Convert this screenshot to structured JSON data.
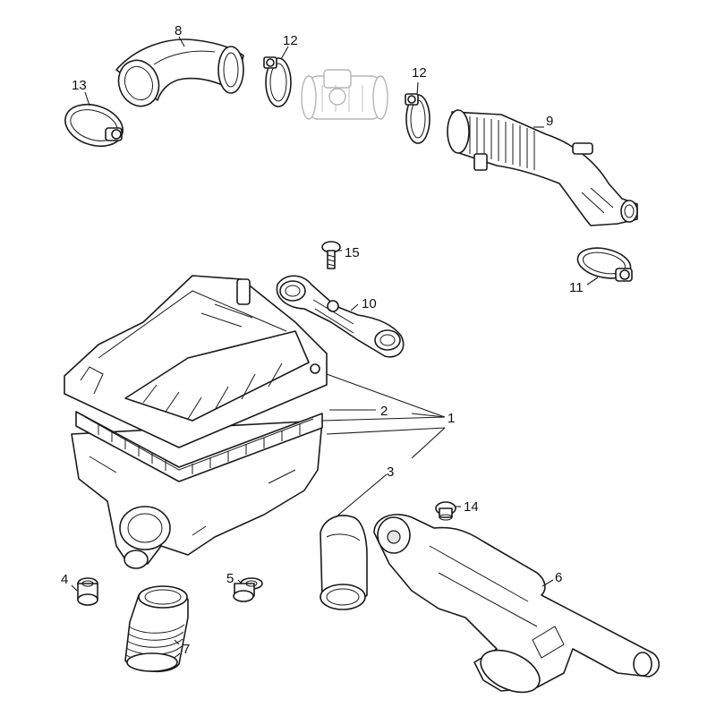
{
  "callouts": {
    "c1": "1",
    "c2": "2",
    "c3": "3",
    "c4": "4",
    "c5": "5",
    "c6": "6",
    "c7": "7",
    "c8": "8",
    "c9": "9",
    "c10": "10",
    "c11": "11",
    "c12a": "12",
    "c12b": "12",
    "c13": "13",
    "c14": "14",
    "c15": "15"
  },
  "colors": {
    "line": "#1a1a1a",
    "faded_part": "#b5b5b5",
    "background": "#ffffff"
  }
}
